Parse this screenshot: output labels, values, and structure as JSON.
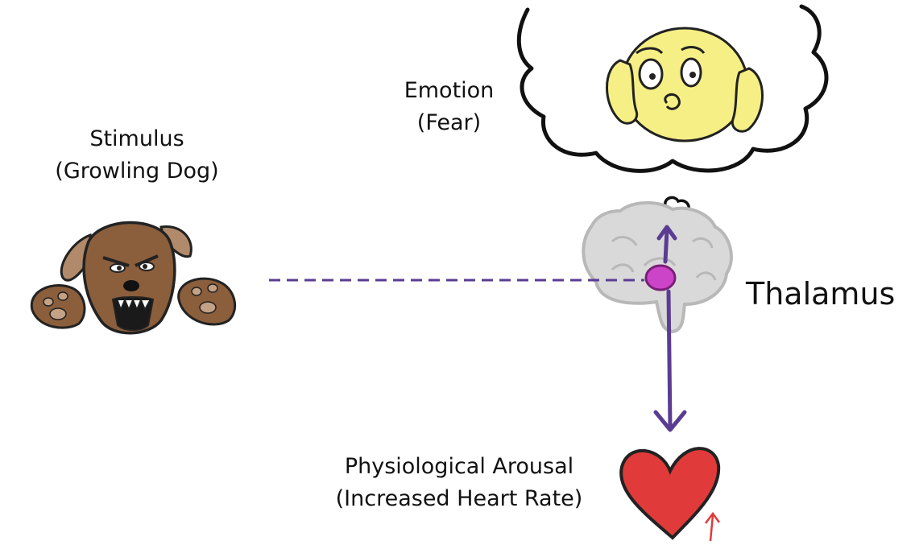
{
  "stimulus": {
    "title": "Stimulus",
    "detail": "(Growling Dog)"
  },
  "emotion": {
    "title": "Emotion",
    "detail": "(Fear)"
  },
  "thalamus": {
    "label": "Thalamus"
  },
  "arousal": {
    "title": "Physiological Arousal",
    "detail": "(Increased Heart Rate)"
  },
  "colors": {
    "arrow": "#5a3d92",
    "thalamus": "#cc44c8",
    "brain": "#d9d9d9",
    "heart": "#e03a3a",
    "fear_face": "#f6ef86",
    "dog": "#8b5e3c"
  },
  "icons": [
    "dog-icon",
    "brain-icon",
    "thalamus-icon",
    "fear-face-icon",
    "thought-cloud-icon",
    "heart-icon",
    "up-arrow-icon"
  ]
}
